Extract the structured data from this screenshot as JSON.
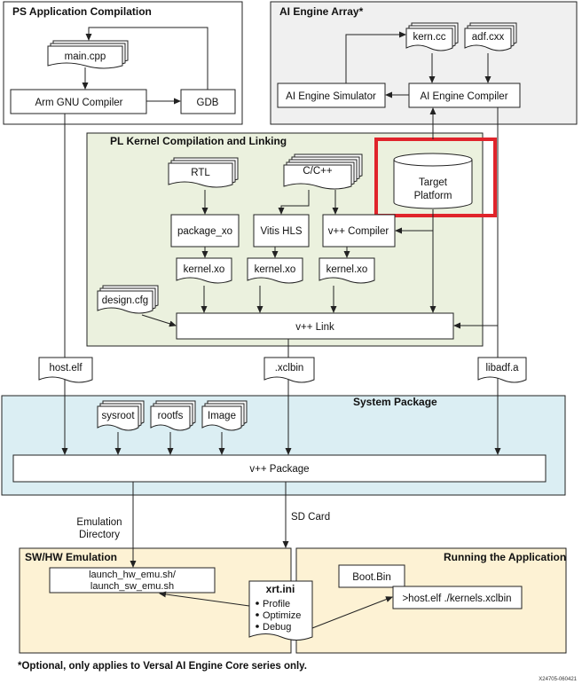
{
  "regions": {
    "ps": "PS Application Compilation",
    "aie": "AI Engine Array*",
    "pl": "PL Kernel Compilation and Linking",
    "syspkg": "System Package",
    "emu": "SW/HW Emulation",
    "run": "Running the Application"
  },
  "nodes": {
    "main_cpp": "main.cpp",
    "arm_compiler": "Arm GNU Compiler",
    "gdb": "GDB",
    "kern_cc": "kern.cc",
    "adf_cxx": "adf.cxx",
    "aie_simulator": "AI Engine Simulator",
    "aie_compiler": "AI Engine Compiler",
    "rtl": "RTL",
    "c_cpp": "C/C++",
    "target_platform_line1": "Target",
    "target_platform_line2": "Platform",
    "package_xo": "package_xo",
    "vitis_hls": "Vitis HLS",
    "vpp_compiler": "v++ Compiler",
    "kernel_xo_1": "kernel.xo",
    "kernel_xo_2": "kernel.xo",
    "kernel_xo_3": "kernel.xo",
    "design_cfg": "design.cfg",
    "vpp_link": "v++ Link",
    "host_elf": "host.elf",
    "xclbin": ".xclbin",
    "libadf": "libadf.a",
    "sysroot": "sysroot",
    "rootfs": "rootfs",
    "image": "Image",
    "vpp_package": "v++ Package",
    "emu_dir_line1": "Emulation",
    "emu_dir_line2": "Directory",
    "sd_card": "SD Card",
    "launch_line1": "launch_hw_emu.sh/",
    "launch_line2": "launch_sw_emu.sh",
    "xrt_ini": "xrt.ini",
    "xrt_items": [
      "Profile",
      "Optimize",
      "Debug"
    ],
    "boot_bin": "Boot.Bin",
    "run_cmd": ">host.elf ./kernels.xclbin"
  },
  "footnote": "*Optional, only applies to Versal AI Engine Core series only.",
  "figure_id": "X24705-060421",
  "colors": {
    "ps_fill": "#ffffff",
    "aie_fill": "#f0f0f0",
    "pl_fill": "#ebf1de",
    "syspkg_fill": "#dbeef3",
    "emu_fill": "#fdf2d4",
    "run_fill": "#fdf2d4",
    "highlight": "#e0242b"
  }
}
